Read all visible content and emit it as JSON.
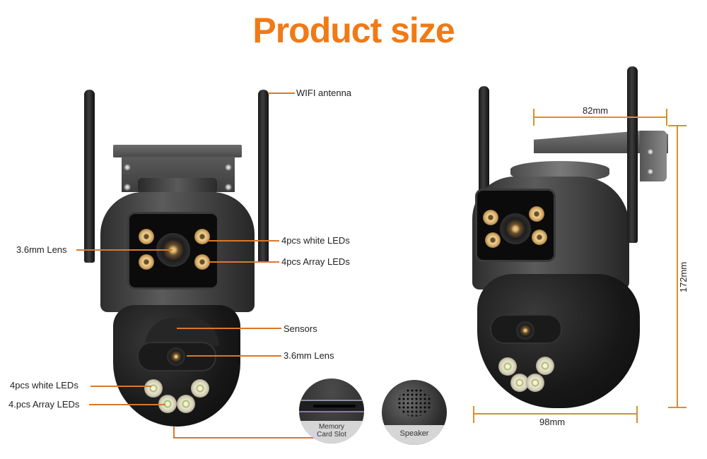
{
  "title": "Product size",
  "colors": {
    "accent": "#f07a16",
    "leader_line": "#d9782b",
    "dimension_line": "#d4912d"
  },
  "front_view": {
    "callouts": [
      {
        "id": "wifi-antenna",
        "label": "WIFI antenna"
      },
      {
        "id": "top-lens",
        "label": "3.6mm Lens"
      },
      {
        "id": "top-white-leds",
        "label": "4pcs white LEDs"
      },
      {
        "id": "top-array-leds",
        "label": "4pcs Array LEDs"
      },
      {
        "id": "sensors",
        "label": "Sensors"
      },
      {
        "id": "bottom-lens",
        "label": "3.6mm Lens"
      },
      {
        "id": "bottom-white-leds",
        "label": "4pcs white LEDs"
      },
      {
        "id": "bottom-array-leds",
        "label": "4.pcs Array LEDs"
      }
    ],
    "insets": [
      {
        "id": "memory-card-slot",
        "label_line1": "Memory",
        "label_line2": "Card Slot"
      },
      {
        "id": "speaker",
        "label": "Speaker"
      }
    ]
  },
  "side_view": {
    "dimensions": {
      "bracket_width": "82mm",
      "height": "172mm",
      "dome_width": "98mm"
    }
  }
}
